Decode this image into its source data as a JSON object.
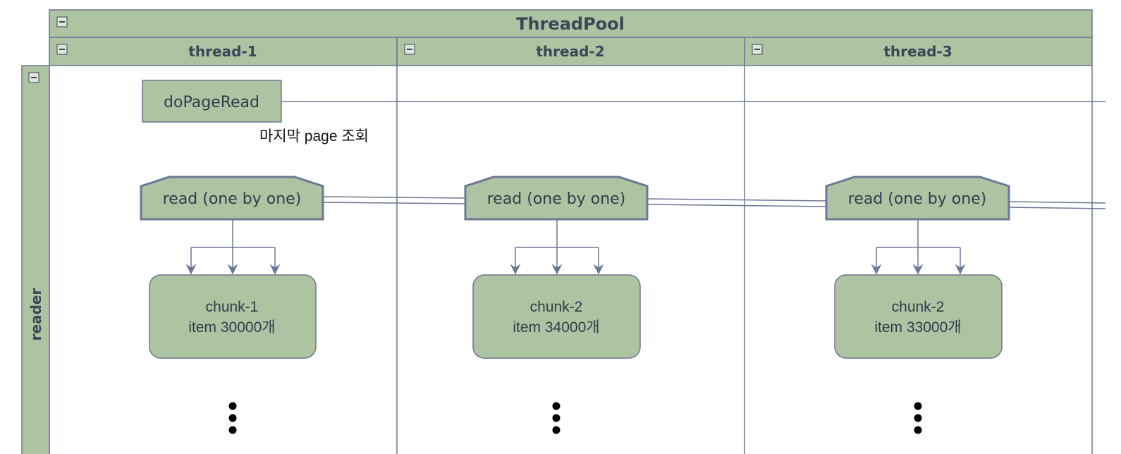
{
  "pool": {
    "title": "ThreadPool"
  },
  "threads": [
    {
      "label": "thread-1",
      "read_label": "read (one by one)",
      "chunk_name": "chunk-1",
      "chunk_items": "item 30000개"
    },
    {
      "label": "thread-2",
      "read_label": "read (one by one)",
      "chunk_name": "chunk-2",
      "chunk_items": "item 34000개"
    },
    {
      "label": "thread-3",
      "read_label": "read (one by one)",
      "chunk_name": "chunk-2",
      "chunk_items": "item 33000개"
    }
  ],
  "lane": {
    "label": "reader"
  },
  "do_page_read": {
    "label": "doPageRead",
    "note": "마지막 page 조회"
  },
  "colors": {
    "fill": "#adc3a1",
    "stroke": "#6b7794",
    "text": "#3d4657",
    "dots": "#000000"
  },
  "icons": {
    "collapse": "minus-box-icon",
    "continuation": "vertical-ellipsis-icon"
  }
}
